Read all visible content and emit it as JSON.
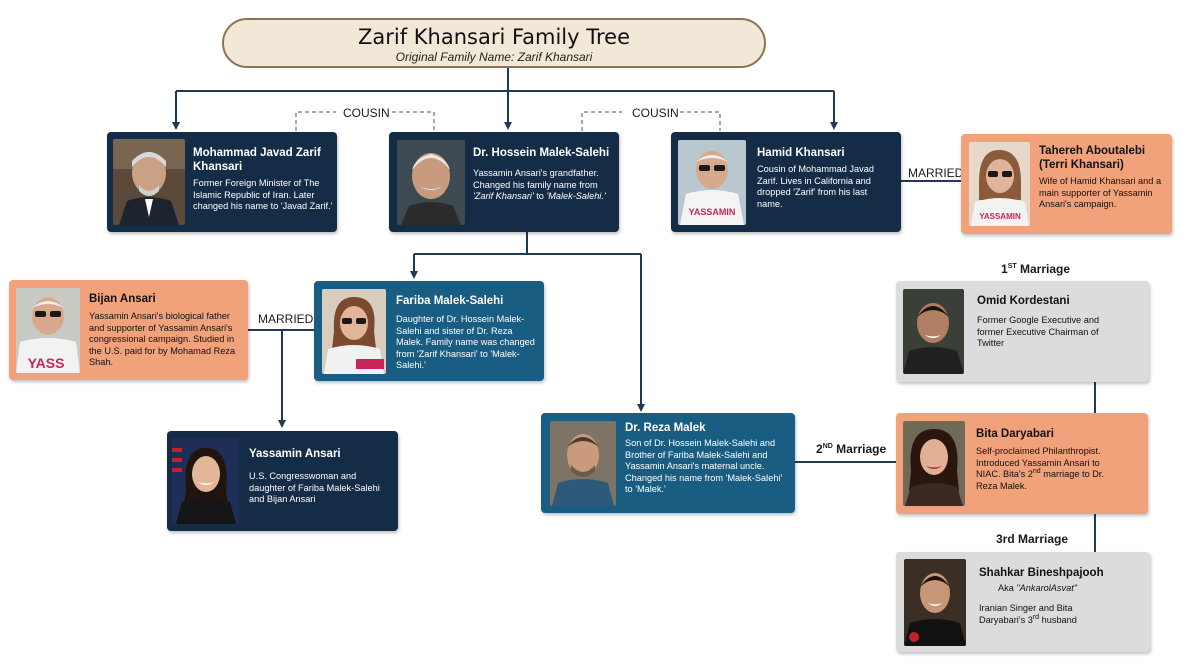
{
  "title": {
    "main": "Zarif Khansari Family Tree",
    "subtitle": "Original Family Name: Zarif Khansari"
  },
  "labels": {
    "cousin_left": "COUSIN",
    "cousin_right": "COUSIN",
    "married_hamid": "MARRIED",
    "married_bijan": "MARRIED",
    "marriage_1_pre": "1",
    "marriage_1_sup": "ST",
    "marriage_1_post": " Marriage",
    "marriage_2_pre": "2",
    "marriage_2_sup": "ND",
    "marriage_2_post": " Marriage",
    "marriage_3": "3rd Marriage"
  },
  "people": {
    "javad": {
      "name_1": "Mohammad Javad Zarif",
      "name_2": "Khansari",
      "desc": "Former Foreign Minister of The Islamic Republic of Iran. Later changed his name to 'Javad Zarif.'"
    },
    "hossein": {
      "name": "Dr. Hossein Malek-Salehi",
      "desc_a": "Yassamin Ansari's grandfather. Changed his family name from ",
      "desc_b": "'Zarif Khansari'",
      "desc_c": " to ",
      "desc_d": "'Malek-Salehi.'"
    },
    "hamid": {
      "name": "Hamid Khansari",
      "desc": "Cousin of Mohammad Javad Zarif. Lives in California and dropped 'Zarif' from his last name.",
      "shirt_text": "YASSAMIN"
    },
    "tahereh": {
      "name_1": "Tahereh Aboutalebi",
      "name_2": "(Terri Khansari)",
      "desc": "Wife of Hamid Khansari and a main supporter of Yassamin Ansari's campaign.",
      "shirt_text": "YASSAMIN"
    },
    "bijan": {
      "name": "Bijan Ansari",
      "desc": "Yassamin Ansari's biological father and supporter of Yassamin Ansari's congressional campaign. Studied in the U.S. paid for by Mohamad Reza Shah.",
      "shirt_text": "YASS"
    },
    "fariba": {
      "name": "Fariba Malek-Salehi",
      "desc": "Daughter of Dr. Hossein Malek-Salehi and sister of Dr. Reza Malek. Family name was changed from 'Zarif Khansari' to 'Malek-Salehi.'"
    },
    "yassamin": {
      "name": "Yassamin Ansari",
      "desc": "U.S. Congresswoman and daughter of Fariba Malek-Salehi and Bijan Ansari"
    },
    "reza": {
      "name": "Dr. Reza Malek",
      "desc": "Son of Dr. Hossein Malek-Salehi and Brother of Fariba Malek-Salehi and Yassamin Ansari's maternal uncle. Changed his name from 'Malek-Salehi' to 'Malek.'"
    },
    "omid": {
      "name": "Omid Kordestani",
      "desc": "Former Google Executive and former Executive Chairman of Twitter"
    },
    "bita": {
      "name": "Bita Daryabari",
      "desc_a": "Self-proclaimed Philanthropist. Introduced Yassamin Ansari to NIAC. Bita's 2",
      "desc_sup": "nd",
      "desc_b": " marriage to Dr. Reza Malek."
    },
    "shahkar": {
      "name": "Shahkar Bineshpajooh",
      "aka_pre": "Aka ",
      "aka_name": "\"AnkarolAsvat\"",
      "desc_a": "Iranian Singer and Bita Daryabari's 3",
      "desc_sup": "rd",
      "desc_b": " husband"
    }
  },
  "colors": {
    "dark_card": "#142c46",
    "teal_card": "#1a5d82",
    "peach_card": "#f2a27a",
    "grey_card": "#dcdcdc",
    "title_fill": "#f1e8d8",
    "title_border": "#8b7352",
    "connector": "#1f3a56"
  }
}
